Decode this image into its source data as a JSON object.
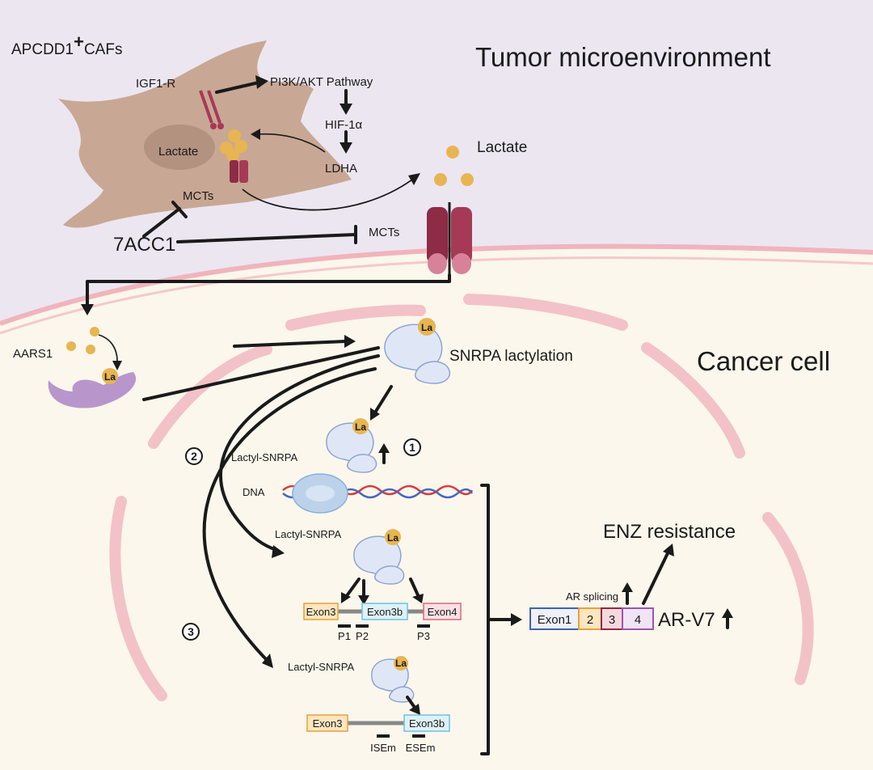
{
  "labels": {
    "caf_title": "APCDD1",
    "caf_title_sup": "+",
    "caf_title_tail": "CAFs",
    "tumor_env": "Tumor microenvironment",
    "igf1r": "IGF1-R",
    "pi3k": "PI3K/AKT Pathway",
    "hif": "HIF-1α",
    "ldha": "LDHA",
    "lactate_in_caf": "Lactate",
    "mcts_caf": "MCTs",
    "lactate_out": "Lactate",
    "inhibitor": "7ACC1",
    "mcts_membrane": "MCTs",
    "aars1": "AARS1",
    "snrpa_lact": "SNRPA lactylation",
    "cancer_cell": "Cancer cell",
    "la": "La",
    "lactyl_snrpa": "Lactyl-SNRPA",
    "dna": "DNA",
    "circle1": "1",
    "circle2": "2",
    "circle3": "3",
    "exon3": "Exon3",
    "exon3b": "Exon3b",
    "exon4": "Exon4",
    "p1": "P1",
    "p2": "P2",
    "p3": "P3",
    "isem": "ISEm",
    "esem": "ESEm",
    "enz": "ENZ resistance",
    "ar_splicing": "AR splicing",
    "exon1": "Exon1",
    "ex2": "2",
    "ex3": "3",
    "ex4": "4",
    "arv7": "AR-V7"
  },
  "colors": {
    "tme_bg": "#ece6f1",
    "cell_bg": "#fbf7ec",
    "membrane": "#f0b4bc",
    "caf_body": "#c8a894",
    "caf_nucleus": "#b39280",
    "lactate": "#e7b552",
    "mct": "#8e2b45",
    "protein": "#dfe7f7",
    "aars1": "#b896cc",
    "exon_orange": "#e8a03a",
    "exon_blue": "#6cc4e0",
    "exon_red": "#d9687a",
    "exon1_blue": "#4060b0",
    "exon_purple": "#9c55b0"
  }
}
